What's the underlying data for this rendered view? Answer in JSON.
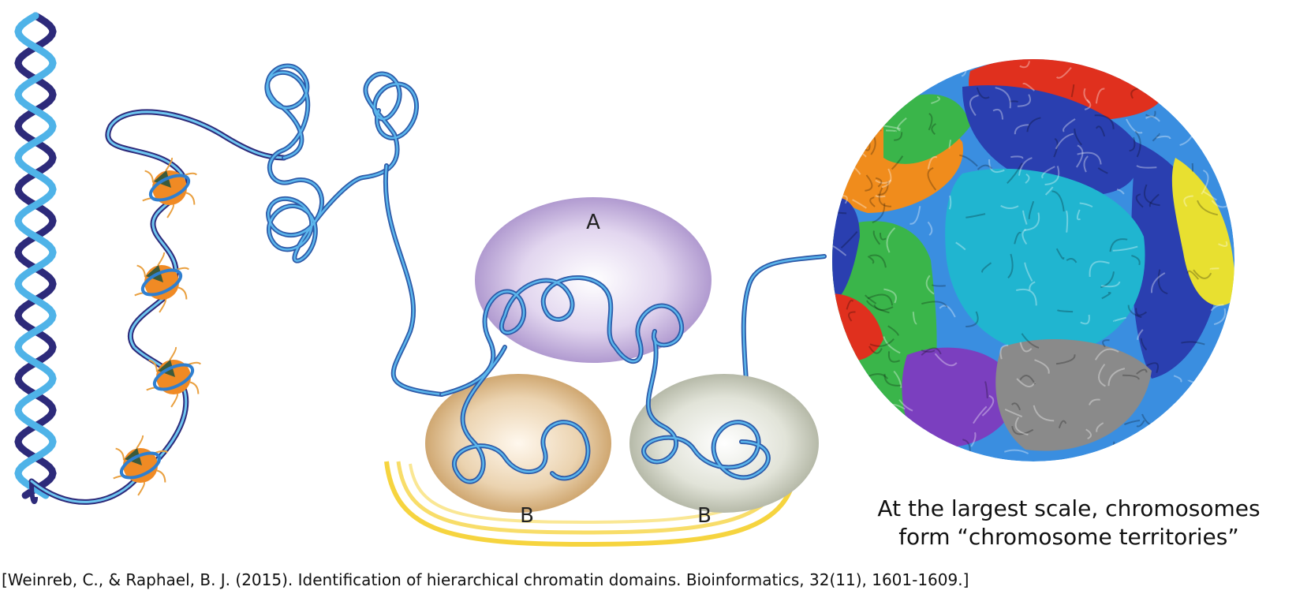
{
  "labels": {
    "compartment_a": "A",
    "compartment_b_left": "B",
    "compartment_b_right": "B"
  },
  "caption": {
    "line1": "At the largest scale, chromosomes",
    "line2": "form “chromosome territories”"
  },
  "citation": "[Weinreb, C., & Raphael, B. J. (2015). Identification of hierarchical chromatin domains. Bioinformatics, 32(11), 1601-1609.]",
  "colors": {
    "dna_dark": "#2d2a7a",
    "dna_light": "#4fb3e8",
    "fiber": "#2f7fd0",
    "histone": "#f08a24",
    "compartment_a": "#b9a3d6",
    "compartment_b_left": "#d9b98e",
    "compartment_b_right": "#c9cdbd",
    "halo": "#f5cf2a",
    "territories": [
      "#e0301e",
      "#f08c1c",
      "#3ab54a",
      "#7b3fbf",
      "#2a3fb0",
      "#20b5d0",
      "#e8e030",
      "#8a8a8a"
    ]
  }
}
